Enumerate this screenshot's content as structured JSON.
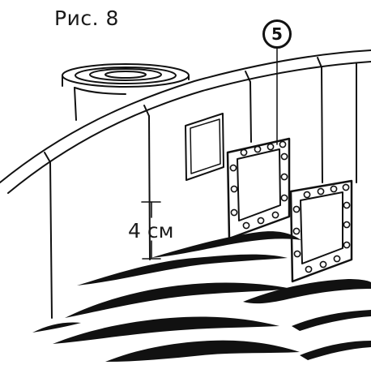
{
  "figure": {
    "label": "Рис. 8",
    "callout_number": "5",
    "dimension_label": "4 см"
  },
  "colors": {
    "ink": "#111111",
    "paper": "#ffffff"
  }
}
